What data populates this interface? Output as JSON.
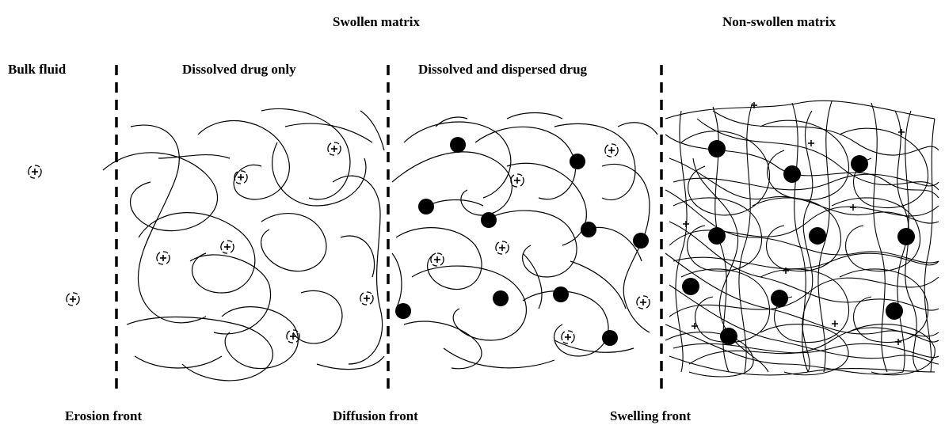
{
  "region_labels": {
    "swollen_matrix": "Swollen matrix",
    "non_swollen_matrix": "Non-swollen matrix",
    "bulk_fluid": "Bulk fluid",
    "dissolved_drug_only": "Dissolved drug only",
    "dissolved_and_dispersed_drug": "Dissolved and dispersed drug"
  },
  "front_labels": {
    "erosion_front": "Erosion front",
    "diffusion_front": "Diffusion front",
    "swelling_front": "Swelling front"
  },
  "colors": {
    "ink": "#000000",
    "background": "#ffffff"
  },
  "legend_symbols": {
    "dissolved_drug": "dashed-circle-plus-icon",
    "dispersed_drug": "filled-black-dot",
    "polymer_chain": "wavy-line"
  }
}
